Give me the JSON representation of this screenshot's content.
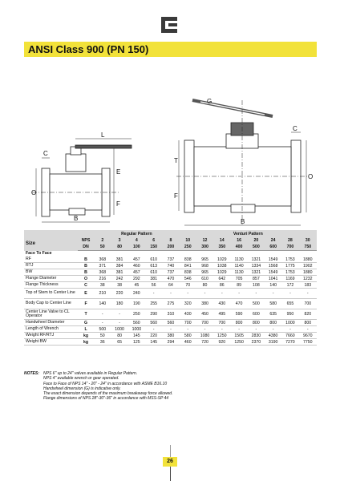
{
  "title": "ANSI Class 900 (PN 150)",
  "drawing_labels": {
    "L": "L",
    "C_left": "C",
    "O_left": "O",
    "E": "E",
    "F_left": "F",
    "B_left": "B",
    "G": "G",
    "C_right": "C",
    "T": "T",
    "O_right": "O",
    "F_right": "F",
    "B_right": "B"
  },
  "table": {
    "group_regular": "Regular Pattern",
    "group_venturi": "Venturi Pattern",
    "size_label": "Size",
    "nps_label": "NPS",
    "dn_label": "DN",
    "nps": [
      "2",
      "3",
      "4",
      "6",
      "8",
      "10",
      "12",
      "14",
      "16",
      "20",
      "24",
      "28",
      "30"
    ],
    "dn": [
      "50",
      "80",
      "100",
      "150",
      "200",
      "250",
      "300",
      "350",
      "400",
      "500",
      "600",
      "700",
      "750"
    ],
    "section_label": "Face To Face",
    "rows": [
      {
        "label": "RF",
        "sym": "B",
        "values": [
          "368",
          "381",
          "457",
          "610",
          "737",
          "838",
          "965",
          "1029",
          "1130",
          "1321",
          "1549",
          "1753",
          "1880"
        ]
      },
      {
        "label": "RTJ",
        "sym": "B",
        "values": [
          "371",
          "384",
          "460",
          "613",
          "740",
          "841",
          "968",
          "1038",
          "1140",
          "1334",
          "1568",
          "1775",
          "1902"
        ]
      },
      {
        "label": "BW",
        "sym": "B",
        "values": [
          "368",
          "381",
          "457",
          "610",
          "737",
          "838",
          "965",
          "1029",
          "1130",
          "1321",
          "1549",
          "1753",
          "1880"
        ]
      },
      {
        "label": "Flange Diameter",
        "sym": "O",
        "values": [
          "216",
          "242",
          "292",
          "381",
          "470",
          "546",
          "610",
          "642",
          "705",
          "857",
          "1041",
          "1169",
          "1232"
        ]
      },
      {
        "label": "Flange Thickness",
        "sym": "C",
        "values": [
          "38",
          "38",
          "45",
          "56",
          "64",
          "70",
          "80",
          "86",
          "89",
          "108",
          "140",
          "172",
          "183"
        ]
      },
      {
        "label": "Top of Stem to Center Line",
        "sym": "E",
        "values": [
          "210",
          "220",
          "240",
          "-",
          "-",
          "-",
          "-",
          "-",
          "-",
          "-",
          "-",
          "-",
          "-"
        ]
      },
      {
        "label": "Body Cap to Center Line",
        "sym": "F",
        "values": [
          "140",
          "180",
          "190",
          "255",
          "275",
          "320",
          "380",
          "430",
          "470",
          "500",
          "580",
          "655",
          "700"
        ]
      },
      {
        "label": "Center Line Valve to CL Operator",
        "sym": "T",
        "values": [
          "-",
          "-",
          "250",
          "290",
          "310",
          "430",
          "450",
          "495",
          "590",
          "600",
          "635",
          "950",
          "820"
        ]
      },
      {
        "label": "Handwheel Diameter",
        "sym": "G",
        "values": [
          "-",
          "-",
          "560",
          "560",
          "560",
          "700",
          "700",
          "700",
          "800",
          "800",
          "800",
          "1000",
          "800"
        ]
      },
      {
        "label": "Length of Wrench",
        "sym": "L",
        "values": [
          "500",
          "1000",
          "1000",
          "-",
          "-",
          "-",
          "-",
          "-",
          "-",
          "-",
          "-",
          "-",
          "-"
        ]
      },
      {
        "label": "Weight RF/RTJ",
        "sym": "kg",
        "values": [
          "50",
          "80",
          "145",
          "220",
          "380",
          "580",
          "1080",
          "1250",
          "1505",
          "2830",
          "4380",
          "7660",
          "9670"
        ]
      },
      {
        "label": "Weight BW",
        "sym": "kg",
        "values": [
          "36",
          "65",
          "125",
          "145",
          "294",
          "460",
          "720",
          "920",
          "1250",
          "2370",
          "3190",
          "7270",
          "7750"
        ]
      }
    ]
  },
  "notes": {
    "label": "NOTES:",
    "lines": [
      "NPS 6\" up to 24\" valves available in Regular Pattern.",
      "NPS 4\" available wrench or gear operated.",
      "Face to Face of NPS 14\" - 20\" - 24\" in accordance with ASME B16.10",
      "Handwheel dimension (G) is indicative only.",
      "The exact dimension depends of the maximum breakaway force allowed.",
      "Flange dimensions of NPS 28\"-30\"-36\" in accordance with MSS-SP 44"
    ]
  },
  "page_number": "26"
}
